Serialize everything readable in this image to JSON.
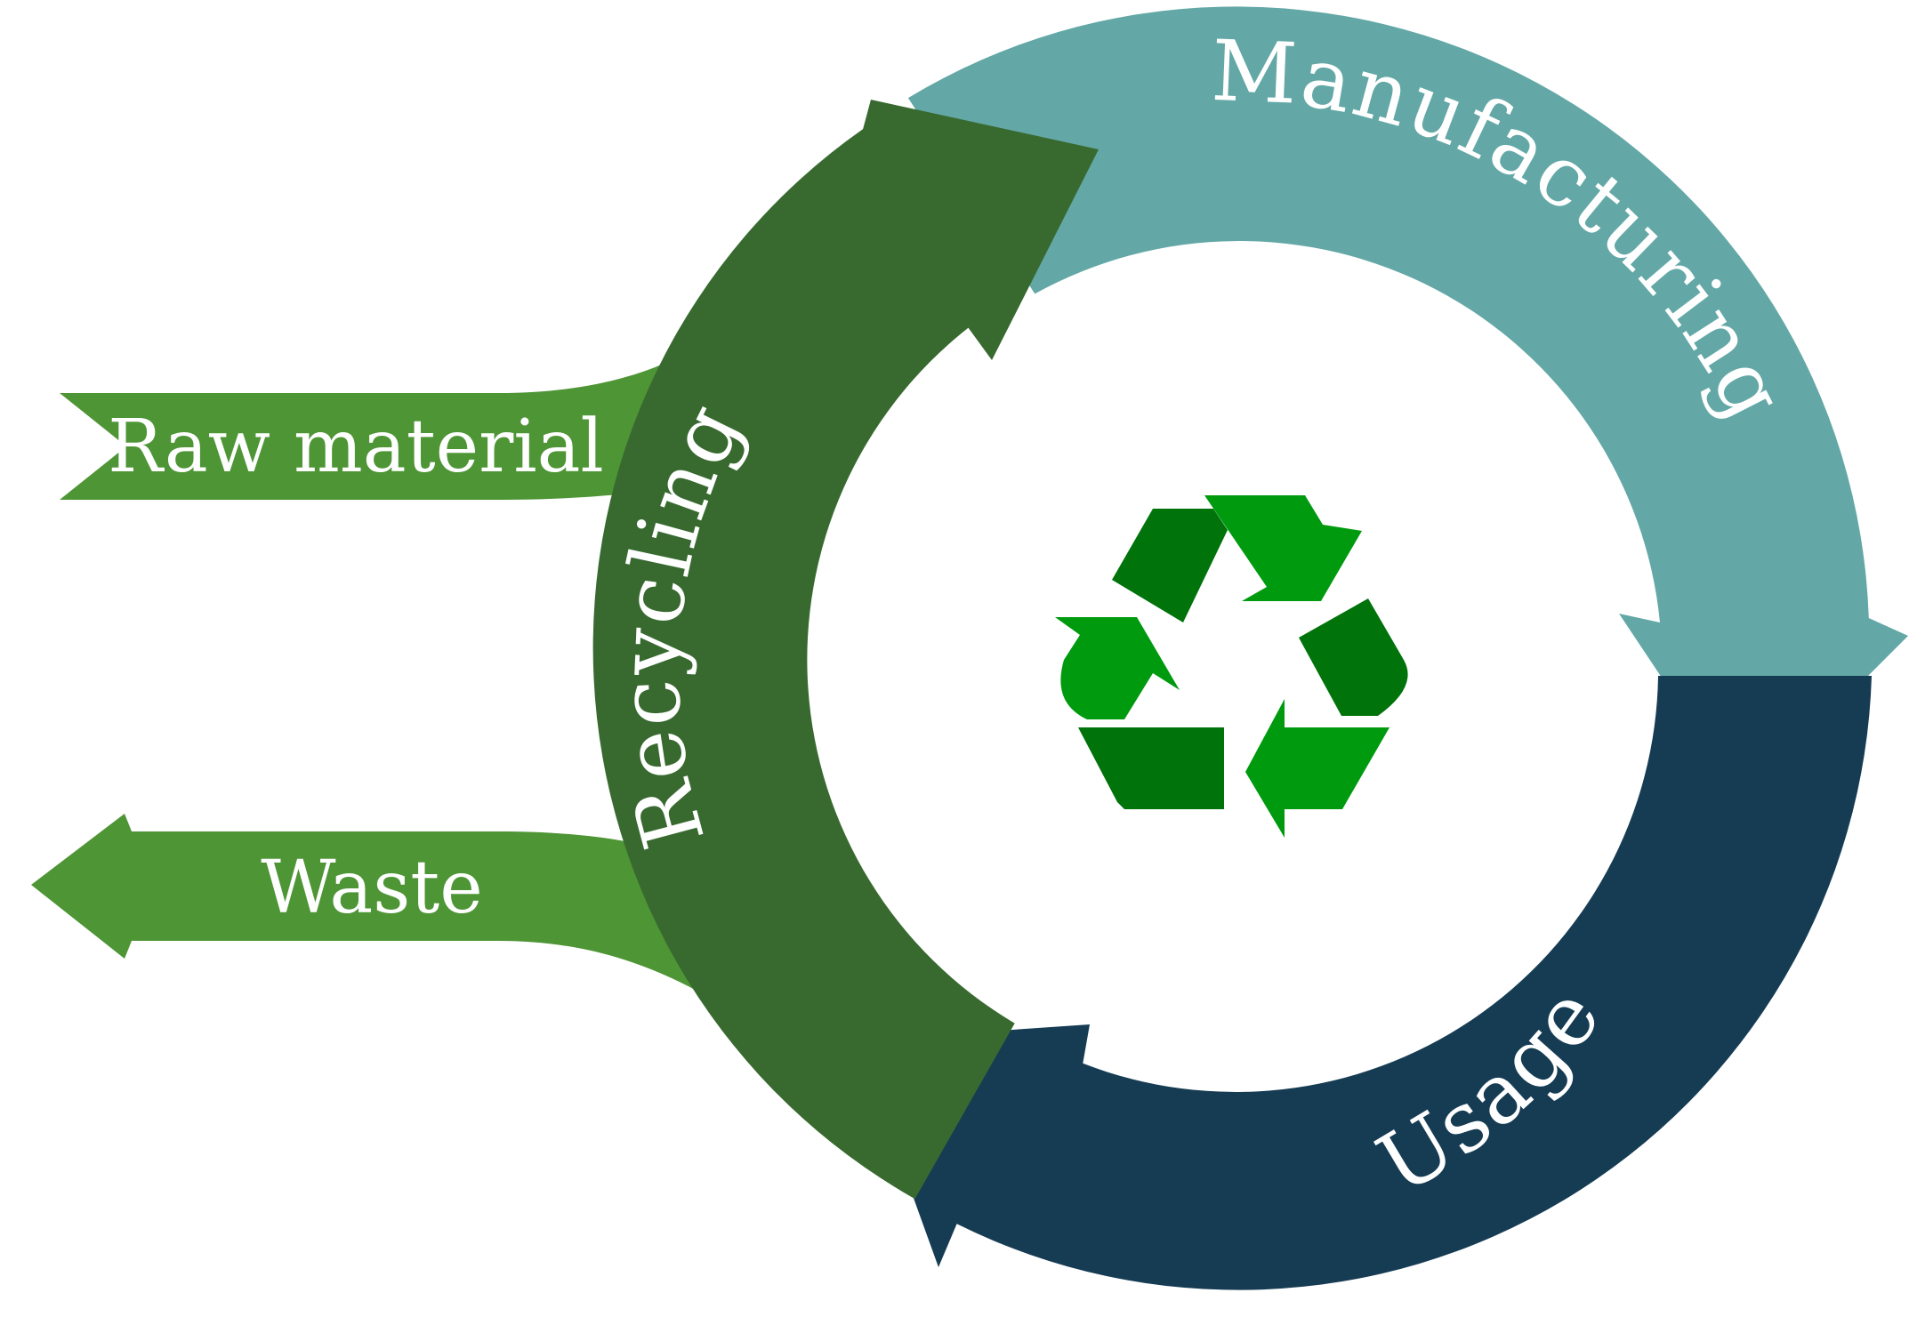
{
  "stages": {
    "manufacturing": {
      "label": "Manufacturing",
      "color": "#63a8a6"
    },
    "usage": {
      "label": "Usage",
      "color": "#163c54"
    },
    "recycling": {
      "label": "Recycling",
      "color": "#386a30"
    }
  },
  "inputs": {
    "raw_material": {
      "label": "Raw material",
      "color": "#4e9535"
    },
    "waste": {
      "label": "Waste",
      "color": "#4e9535"
    }
  },
  "center": {
    "icon": "recycle-icon",
    "dark": "#00730a",
    "light": "#009a0e"
  }
}
